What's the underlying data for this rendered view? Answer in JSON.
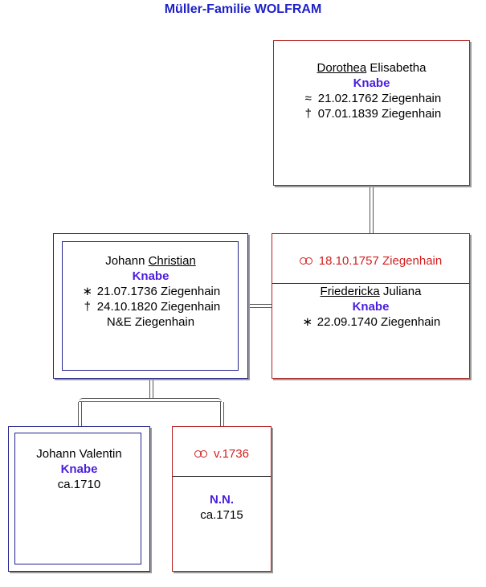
{
  "title": "Müller-Familie WOLFRAM",
  "colors": {
    "female_border": "#b41e1e",
    "male_border": "#23238c",
    "surname": "#4b1edc",
    "marriage": "#d21e1e",
    "title": "#1e22c8"
  },
  "dorothea": {
    "first_name": "Dorothea",
    "middle_name": "Elisabetha",
    "surname": "Knabe",
    "baptism_symbol": "≈",
    "baptism": "21.02.1762 Ziegenhain",
    "death_symbol": "†",
    "death": "07.01.1839 Ziegenhain"
  },
  "johann_christian": {
    "first_name": "Johann",
    "call_name": "Christian",
    "surname": "Knabe",
    "birth_symbol": "∗",
    "birth": "21.07.1736 Ziegenhain",
    "death_symbol": "†",
    "death": "24.10.1820 Ziegenhain",
    "note": "N&E Ziegenhain"
  },
  "marriage_1": {
    "icon": "marriage-rings-icon",
    "date": "18.10.1757 Ziegenhain"
  },
  "friedericka": {
    "call_name": "Friedericka",
    "middle_name": "Juliana",
    "surname": "Knabe",
    "birth_symbol": "∗",
    "birth": "22.09.1740 Ziegenhain"
  },
  "johann_valentin": {
    "name": "Johann Valentin",
    "surname": "Knabe",
    "date": "ca.1710"
  },
  "marriage_2": {
    "icon": "marriage-rings-icon",
    "date": "v.1736"
  },
  "nn": {
    "name": "N.N.",
    "date": "ca.1715"
  }
}
